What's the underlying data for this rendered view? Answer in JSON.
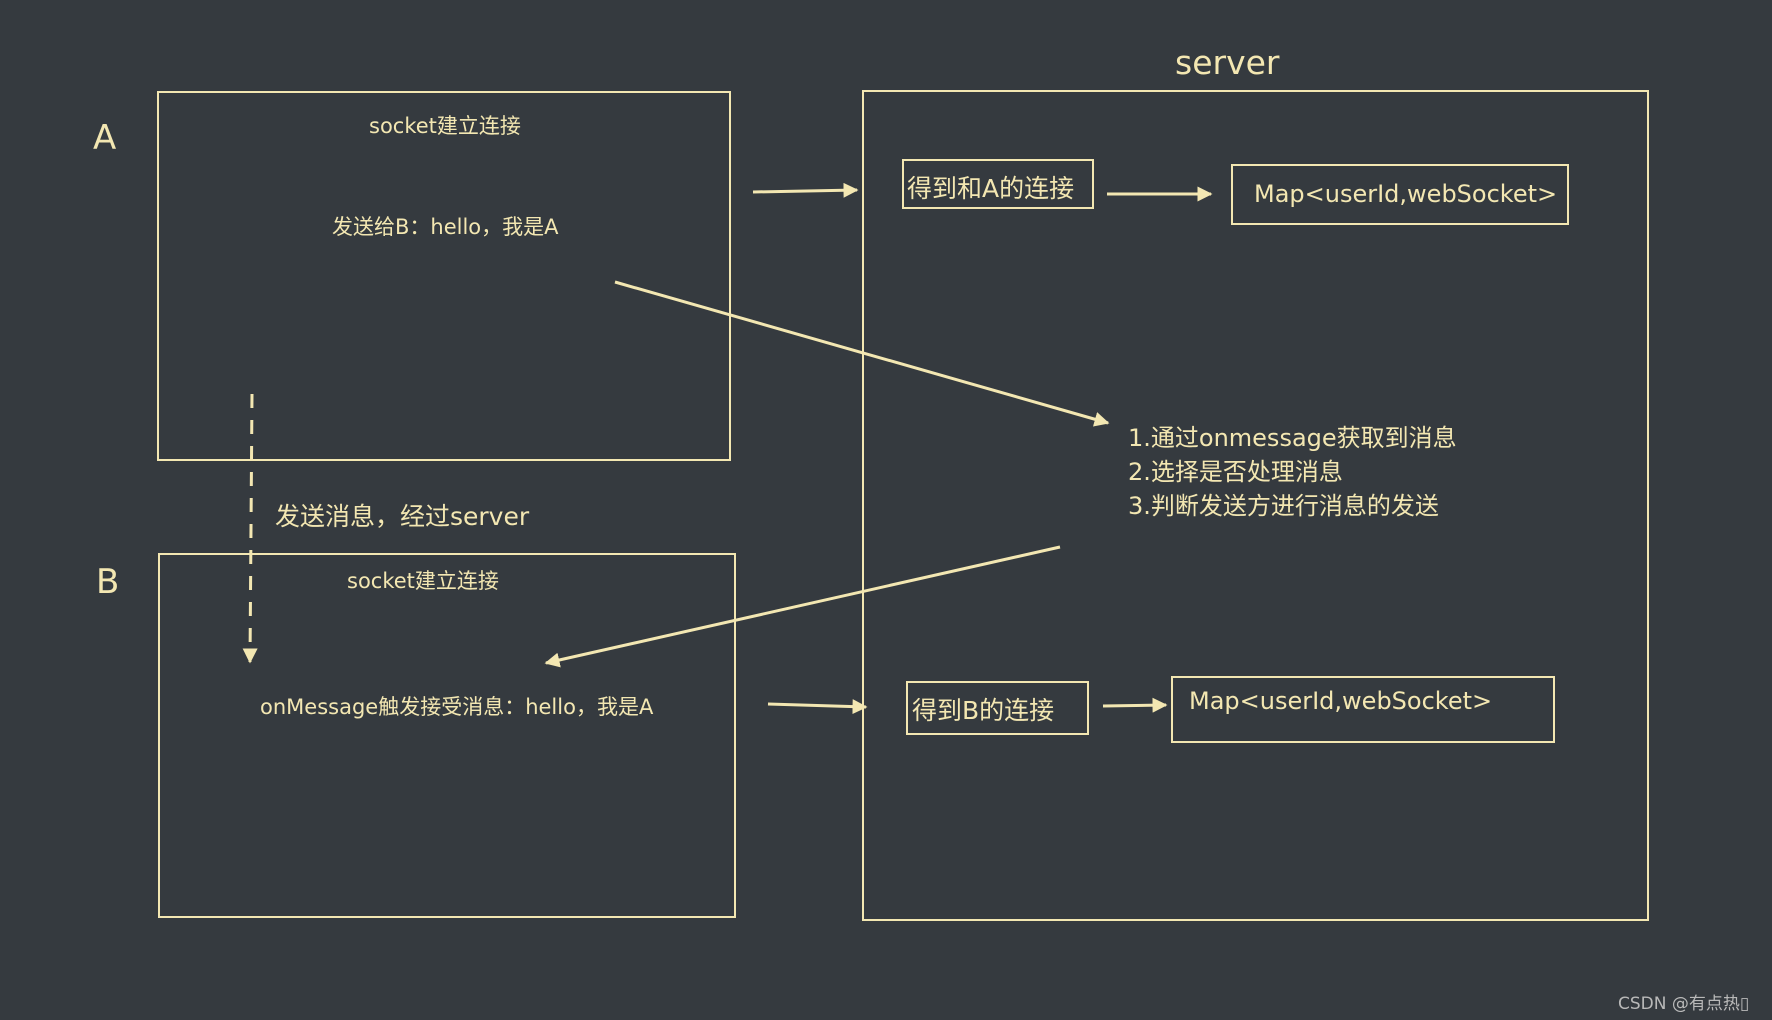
{
  "client_a": {
    "label": "A",
    "connect_text": "socket建立连接",
    "send_text": "发送给B：hello，我是A"
  },
  "client_b": {
    "label": "B",
    "connect_text": "socket建立连接",
    "receive_text": "onMessage触发接受消息：hello，我是A"
  },
  "relay_note": "发送消息，经过server",
  "server": {
    "title": "server",
    "conn_a_label": "得到和A的连接",
    "map_a_label": "Map<userId,webSocket>",
    "conn_b_label": "得到B的连接",
    "map_b_label": "Map<userId,webSocket>",
    "steps": [
      "1.通过onmessage获取到消息",
      "2.选择是否处理消息",
      "3.判断发送方进行消息的发送"
    ]
  },
  "watermark": "CSDN @有点热▯",
  "colors": {
    "background": "#353a3f",
    "stroke": "#f3e7b2",
    "watermark": "#b9b9b9"
  }
}
